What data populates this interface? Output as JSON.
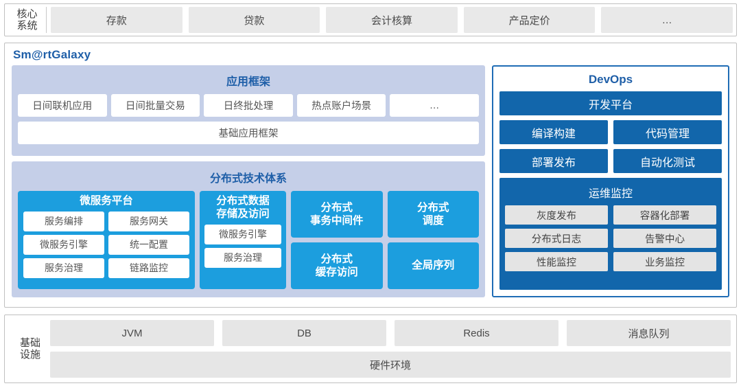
{
  "core_systems": {
    "label_line1": "核心",
    "label_line2": "系统",
    "items": [
      "存款",
      "贷款",
      "会计核算",
      "产品定价",
      "…"
    ]
  },
  "galaxy": {
    "title": "Sm@rtGalaxy",
    "app_framework": {
      "title": "应用框架",
      "chips": [
        "日间联机应用",
        "日间批量交易",
        "日终批处理",
        "热点账户场景",
        "…"
      ],
      "base": "基础应用框架"
    },
    "distributed": {
      "title": "分布式技术体系",
      "microservice": {
        "head": "微服务平台",
        "chips": [
          "服务编排",
          "服务网关",
          "微服务引擎",
          "统一配置",
          "服务治理",
          "链路监控"
        ]
      },
      "datastore": {
        "head_line1": "分布式数据",
        "head_line2": "存储及访问",
        "chips": [
          "微服务引擎",
          "服务治理"
        ]
      },
      "tiles": [
        {
          "line1": "分布式",
          "line2": "事务中间件"
        },
        {
          "line1": "分布式",
          "line2": "调度"
        },
        {
          "line1": "分布式",
          "line2": "缓存访问"
        },
        {
          "line1": "全局序列",
          "line2": ""
        }
      ]
    }
  },
  "devops": {
    "title": "DevOps",
    "platform": "开发平台",
    "row1": [
      "编译构建",
      "代码管理"
    ],
    "row2": [
      "部署发布",
      "自动化测试"
    ],
    "ops": {
      "title": "运维监控",
      "row1": [
        "灰度发布",
        "容器化部署"
      ],
      "row2": [
        "分布式日志",
        "告警中心"
      ],
      "row3": [
        "性能监控",
        "业务监控"
      ]
    }
  },
  "infrastructure": {
    "label_line1": "基础",
    "label_line2": "设施",
    "items": [
      "JVM",
      "DB",
      "Redis",
      "消息队列"
    ],
    "hardware": "硬件环境"
  },
  "colors": {
    "brand_blue": "#1f5fa8",
    "cyan": "#1c9ede",
    "devops_blue": "#1266ab",
    "panel_lavender": "#c5cfe8",
    "grey_chip": "#e6e6e6"
  }
}
